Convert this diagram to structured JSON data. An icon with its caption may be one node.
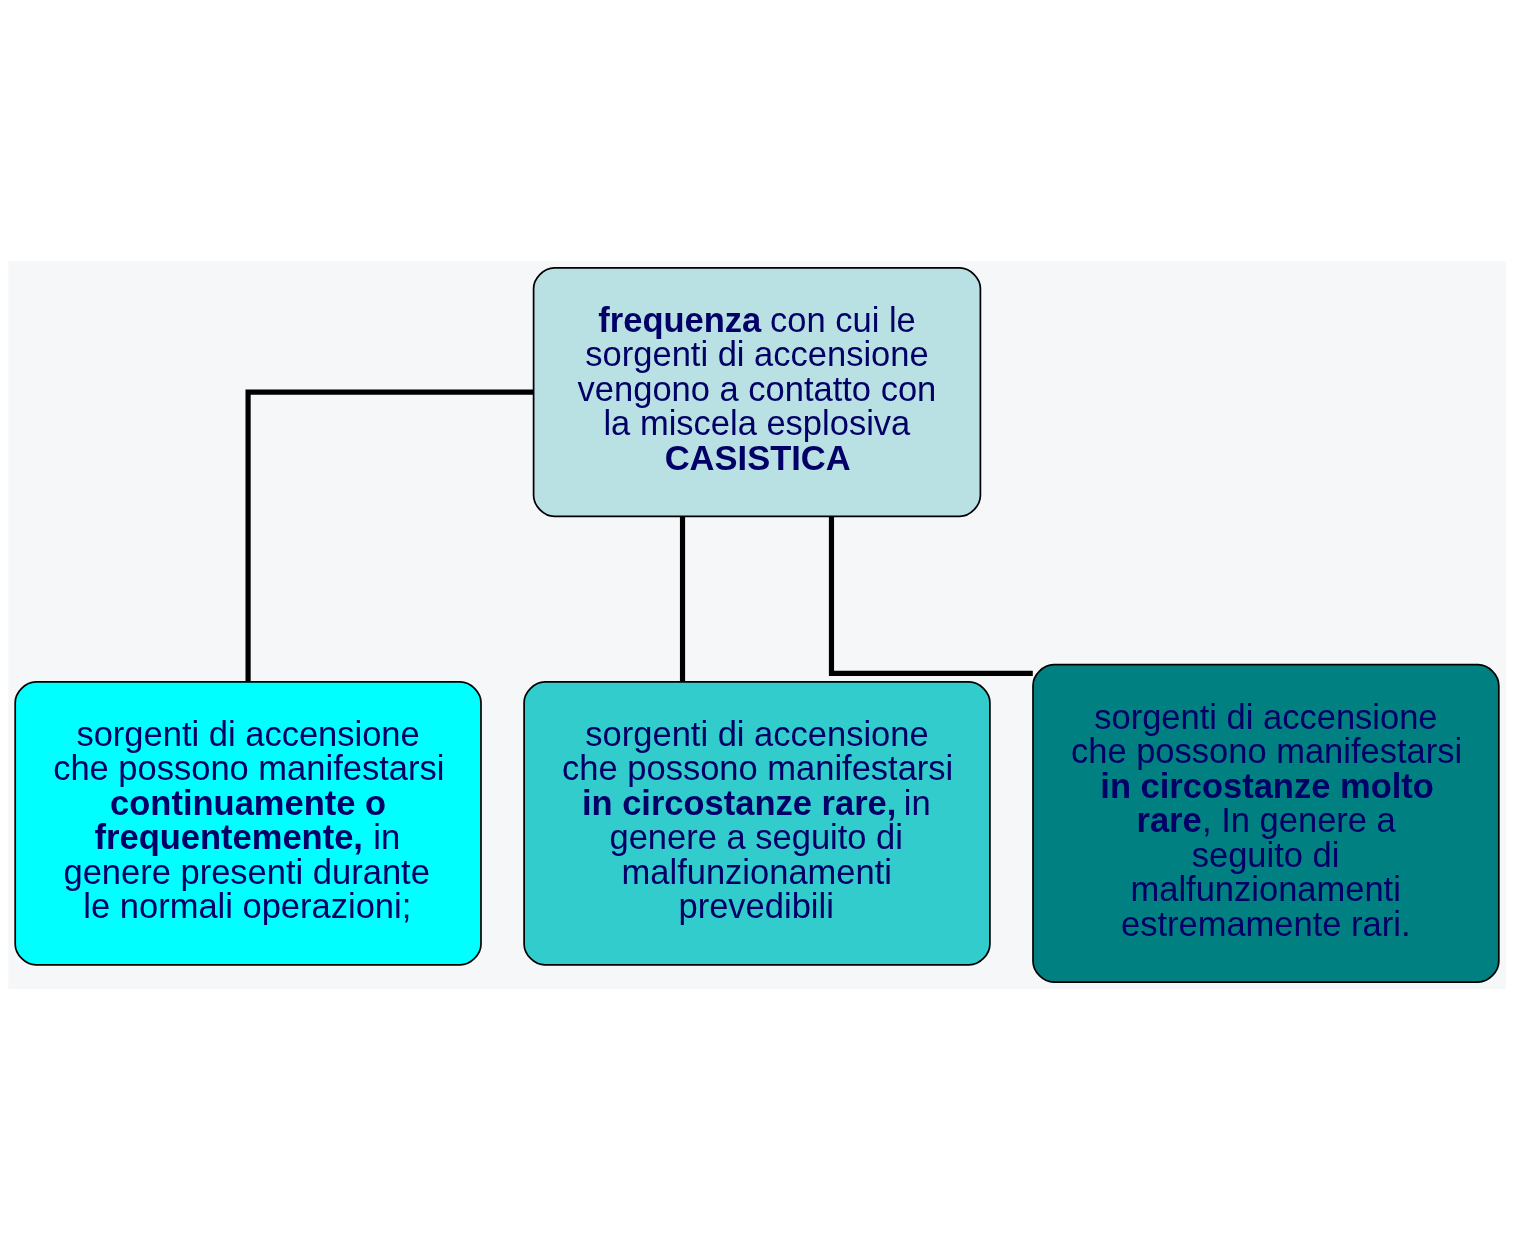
{
  "diagram": {
    "nodes": [
      {
        "text": [
          "**frequenza** con cui le sorgenti di accensione vengono a contatto con la miscela esplosiva",
          "**CASISTICA**"
        ]
      },
      {
        "text": [
          "sorgenti di accensione che possono manifestarsi **continuamente o frequentemente,** in genere presenti durante le normali operazioni;"
        ]
      },
      {
        "text": [
          "sorgenti di accensione che possono manifestarsi **in circostanze rare,** in genere a seguito di malfunzionamenti prevedibili"
        ]
      },
      {
        "text": [
          "sorgenti di accensione che possono manifestarsi **in circostanze molto rare**, In genere a seguito di malfunzionamenti estremamente rari."
        ]
      }
    ],
    "edges": [
      {
        "from": 0,
        "to": 1,
        "arrow": "none"
      },
      {
        "from": 0,
        "to": 2,
        "arrow": "none"
      },
      {
        "from": 0,
        "to": 3,
        "arrow": "none"
      }
    ]
  }
}
